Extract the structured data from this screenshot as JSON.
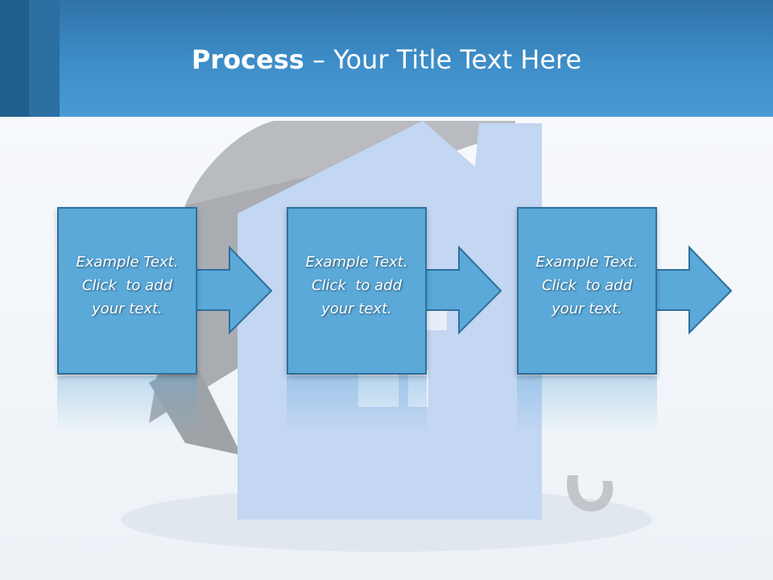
{
  "slide": {
    "title_bold": "Process",
    "title_rest": " – Your Title Text Here"
  },
  "steps": [
    {
      "line1": "Example Text.",
      "line2": "Click  to add",
      "line3": "your text."
    },
    {
      "line1": "Example Text.",
      "line2": "Click  to add",
      "line3": "your text."
    },
    {
      "line1": "Example Text.",
      "line2": "Click  to add",
      "line3": "your text."
    }
  ],
  "colors": {
    "header": "#3e8ec9",
    "box_fill": "#5aa9d9",
    "box_border": "#2f6f9c",
    "house": "#c3d6f2",
    "umbrella": "#b8bcc0"
  },
  "background_art": {
    "icons": [
      "umbrella-icon",
      "house-icon"
    ]
  }
}
